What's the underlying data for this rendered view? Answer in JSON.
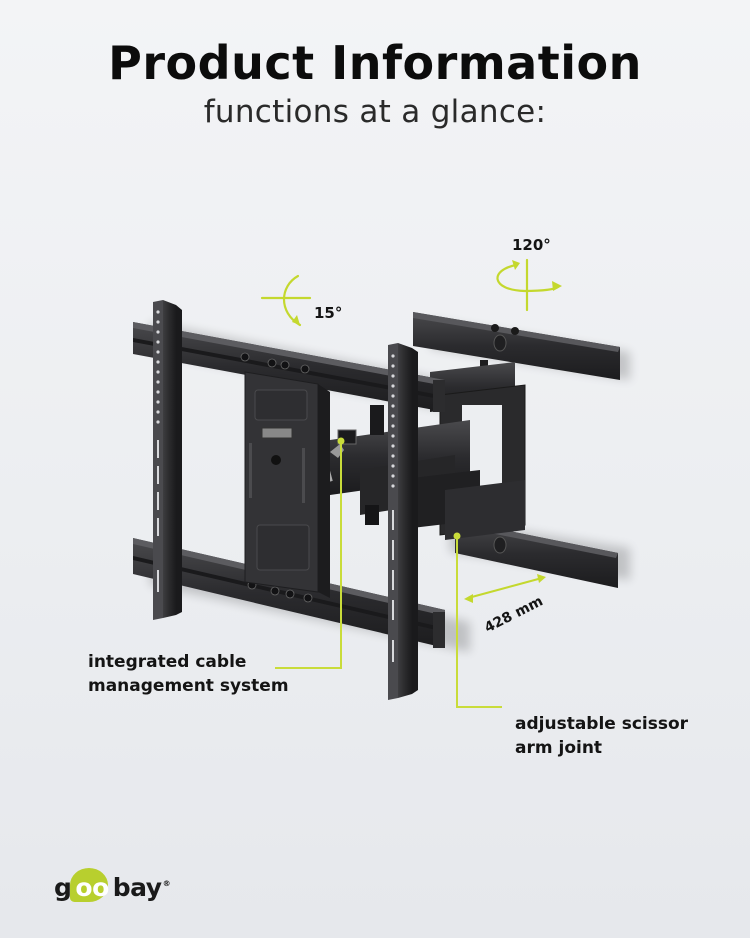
{
  "header": {
    "title": "Product Information",
    "subtitle": "functions at a glance:"
  },
  "annotations": {
    "tilt": "15°",
    "swivel": "120°",
    "arm_extension": "428 mm",
    "cable_management": [
      "integrated cable",
      "management system"
    ],
    "scissor_arm": [
      "adjustable scissor",
      "arm joint"
    ]
  },
  "brand": {
    "logo_prefix": "g",
    "logo_oo": "oo",
    "logo_suffix": "bay",
    "registered": "®"
  },
  "colors": {
    "accent": "#c4d82e",
    "background": "#eef0f2",
    "text": "#111111",
    "mount_metal": "#2b2b2d"
  }
}
